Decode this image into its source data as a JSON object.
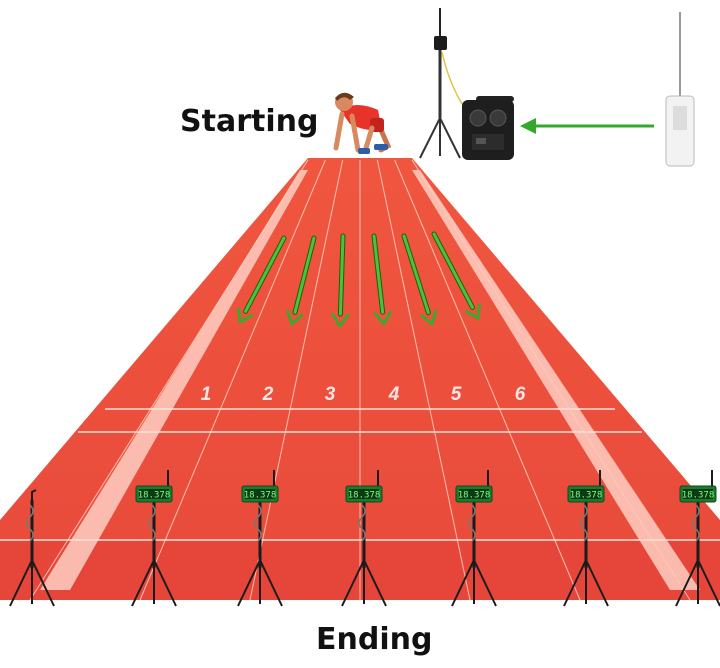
{
  "labels": {
    "start": "Starting",
    "end": "Ending"
  },
  "lanes": [
    "1",
    "2",
    "3",
    "4",
    "5",
    "6"
  ],
  "timer_display": "18.378",
  "timer_count": 7,
  "colors": {
    "track": "#ee4f3e",
    "track_dark": "#d93a2c",
    "lane_line": "#ffd9cf",
    "arrow": "#2f9e2a",
    "display": "#1b7a2e"
  },
  "icons": [
    "runner-icon",
    "speaker-icon",
    "antenna-icon",
    "remote-control-icon",
    "tripod-icon",
    "timer-display-icon"
  ]
}
